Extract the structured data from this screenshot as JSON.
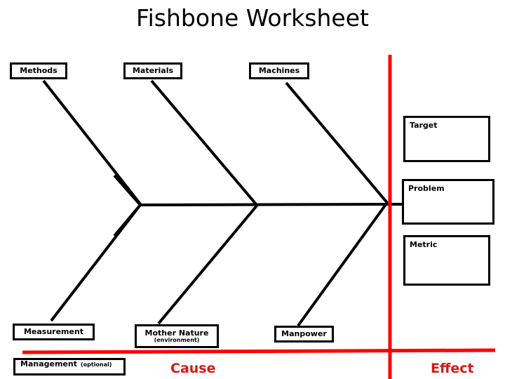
{
  "page": {
    "title": "Fishbone Worksheet",
    "background": "#ffffff",
    "accent_red": "#FF0000",
    "label_red": "#CC1C1C",
    "line_black": "#000000"
  },
  "cause_categories": [
    {
      "id": "methods",
      "label": "Methods",
      "sublabel": ""
    },
    {
      "id": "materials",
      "label": "Materials",
      "sublabel": ""
    },
    {
      "id": "machines",
      "label": "Machines",
      "sublabel": ""
    },
    {
      "id": "measurement",
      "label": "Measurement",
      "sublabel": ""
    },
    {
      "id": "mother-nature",
      "label": "Mother Nature",
      "sublabel": "(environment)"
    },
    {
      "id": "manpower",
      "label": "Manpower",
      "sublabel": ""
    },
    {
      "id": "management",
      "label": "Management",
      "sublabel": "(optional)"
    }
  ],
  "effect_boxes": [
    {
      "id": "target",
      "label": "Target",
      "value": ""
    },
    {
      "id": "problem",
      "label": "Problem",
      "value": ""
    },
    {
      "id": "metric",
      "label": "Metric",
      "value": ""
    }
  ],
  "axis_labels": {
    "cause": "Cause",
    "effect": "Effect"
  }
}
